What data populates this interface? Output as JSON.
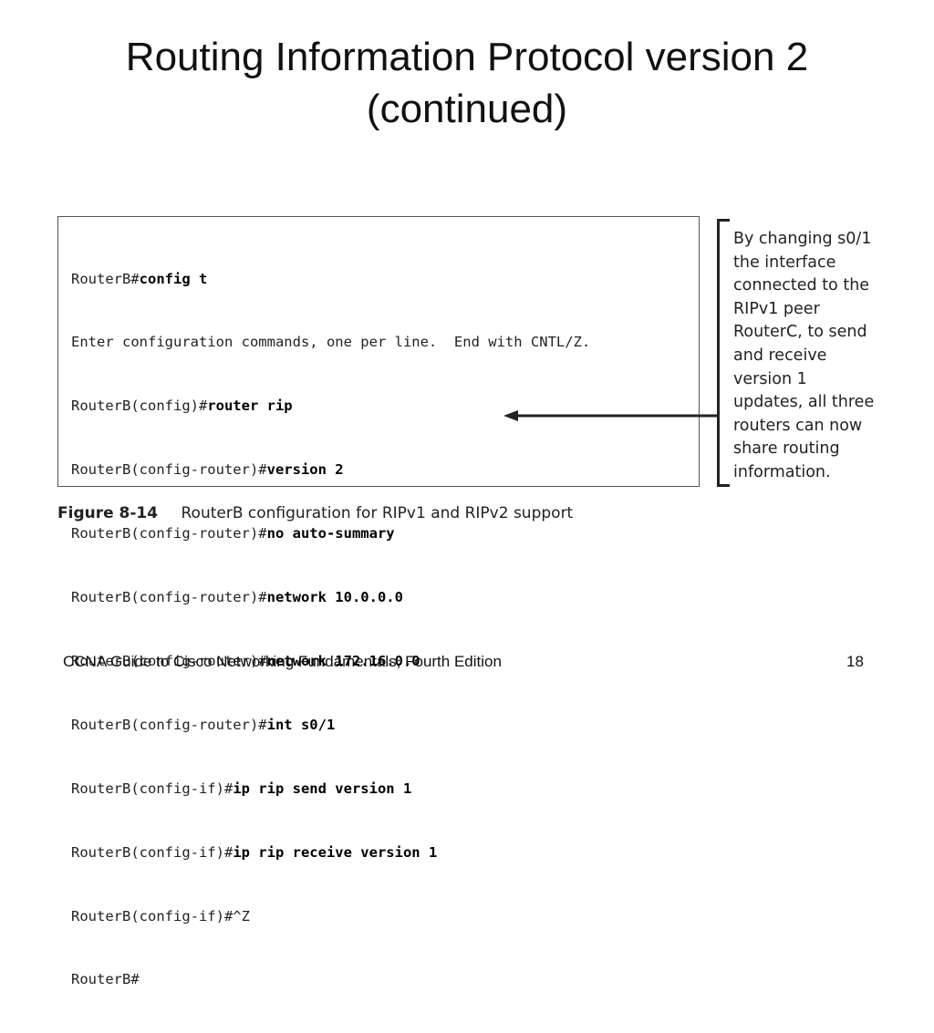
{
  "title": {
    "line1": "Routing Information Protocol version 2",
    "line2": "(continued)"
  },
  "code": {
    "lines": [
      {
        "prompt": "RouterB#",
        "command": "config t"
      },
      {
        "prompt": "Enter configuration commands, one per line.  End with CNTL/Z.",
        "command": ""
      },
      {
        "prompt": "RouterB(config)#",
        "command": "router rip"
      },
      {
        "prompt": "RouterB(config-router)#",
        "command": "version 2"
      },
      {
        "prompt": "RouterB(config-router)#",
        "command": "no auto-summary"
      },
      {
        "prompt": "RouterB(config-router)#",
        "command": "network 10.0.0.0"
      },
      {
        "prompt": "RouterB(config-router)#",
        "command": "network 172.16.0.0"
      },
      {
        "prompt": "RouterB(config-router)#",
        "command": "int s0/1"
      },
      {
        "prompt": "RouterB(config-if)#",
        "command": "ip rip send version 1"
      },
      {
        "prompt": "RouterB(config-if)#",
        "command": "ip rip receive version 1"
      },
      {
        "prompt": "RouterB(config-if)#^Z",
        "command": ""
      },
      {
        "prompt": "RouterB#",
        "command": ""
      }
    ]
  },
  "callout": {
    "lines": [
      "By changing s0/1",
      "the interface",
      "connected to the",
      "RIPv1 peer",
      "RouterC, to send",
      "and receive",
      "version 1",
      "updates, all three",
      "routers can now",
      "share routing",
      "information."
    ]
  },
  "figure": {
    "number": "Figure 8-14",
    "caption": "RouterB configuration for RIPv1 and RIPv2 support"
  },
  "footer": {
    "book": "CCNA Guide to Cisco Networking Fundamentals, Fourth Edition",
    "page": "18"
  }
}
